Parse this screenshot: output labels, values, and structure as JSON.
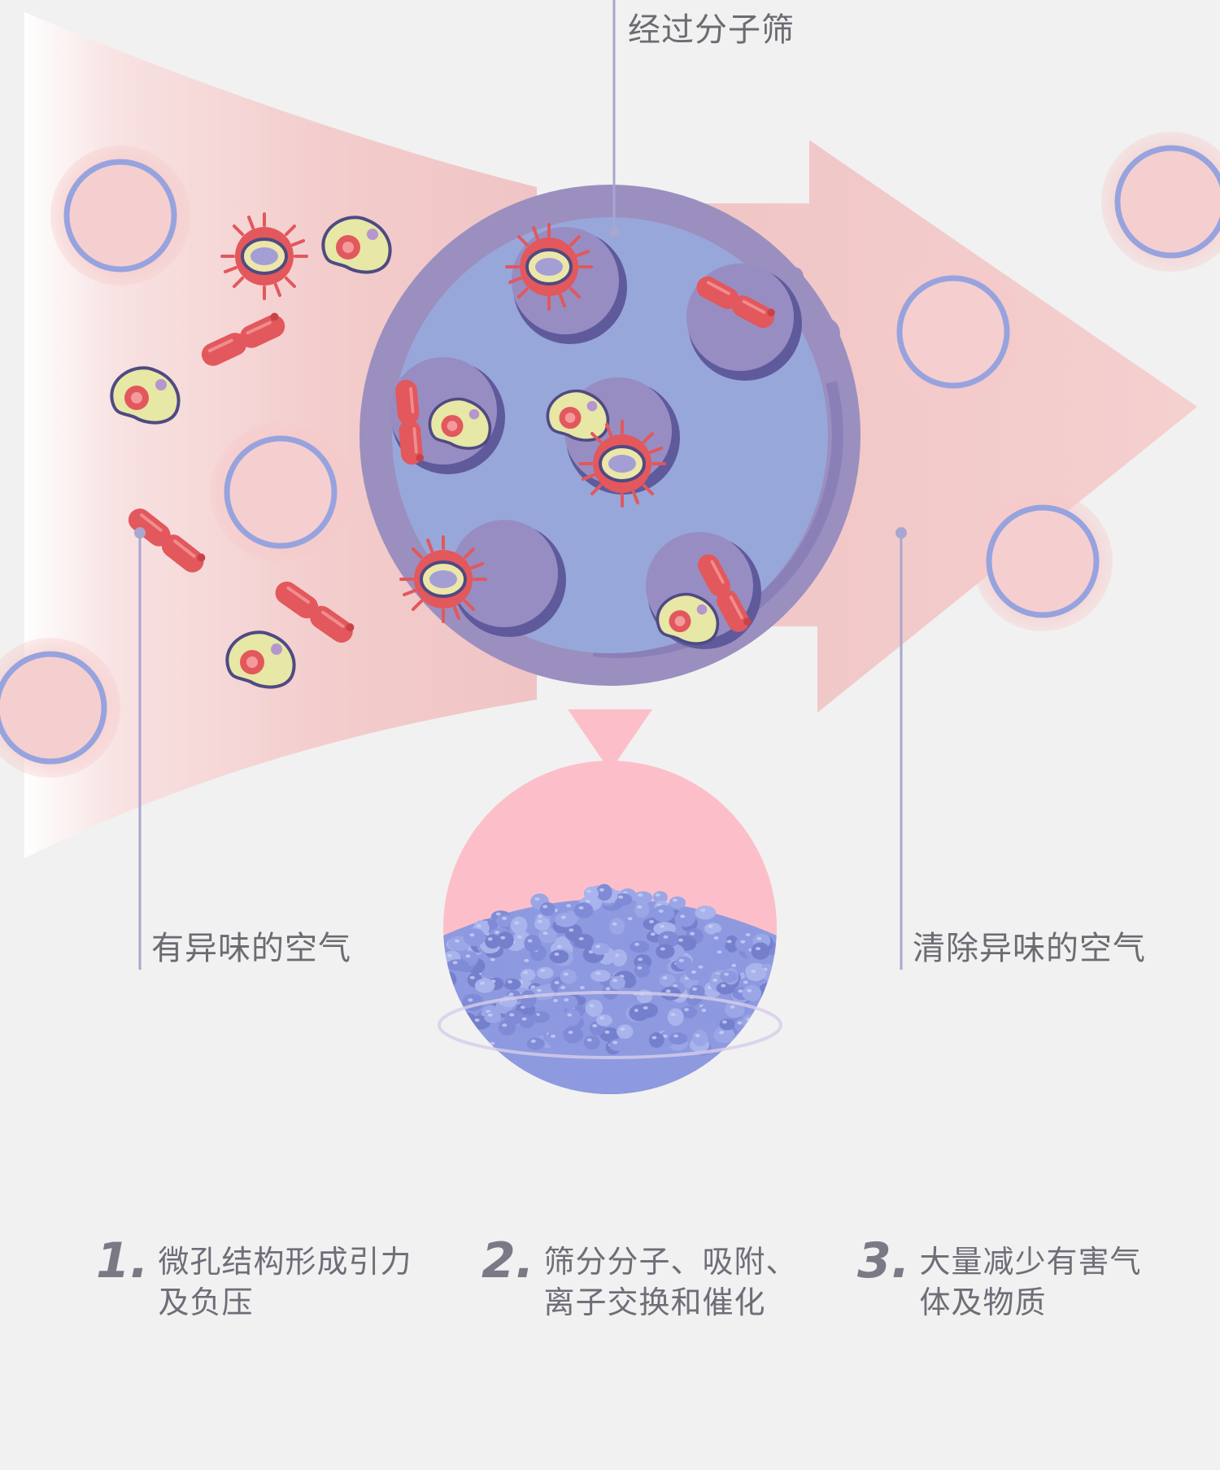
{
  "labels": {
    "top": "经过分子筛",
    "left": "有异味的空气",
    "right": "清除异味的空气"
  },
  "steps": [
    {
      "number": "1.",
      "lines": [
        "微孔结构形成引力",
        "及负压"
      ]
    },
    {
      "number": "2.",
      "lines": [
        "筛分分子、吸附、",
        "离子交换和催化"
      ]
    },
    {
      "number": "3.",
      "lines": [
        "大量减少有害气",
        "体及物质"
      ]
    }
  ],
  "colors": {
    "background": "#f1f1f1",
    "arrow_pink": "#f0c3c3",
    "sieve_outer": "#9b8fc0",
    "sieve_inner": "#98a7d9",
    "pore": "#978dc2",
    "pore_shadow": "#5e5a9c",
    "triangle": "#fcbfca",
    "bead": "#8f9be0",
    "bacteria_red": "#e2585c",
    "cell_yellow": "#e7e7a6",
    "ring_blue": "#97a3de"
  },
  "icons": [
    "bubble-icon",
    "virus-icon",
    "bacillus-icon",
    "cell-icon",
    "molecular-sieve-icon",
    "down-triangle-icon"
  ]
}
